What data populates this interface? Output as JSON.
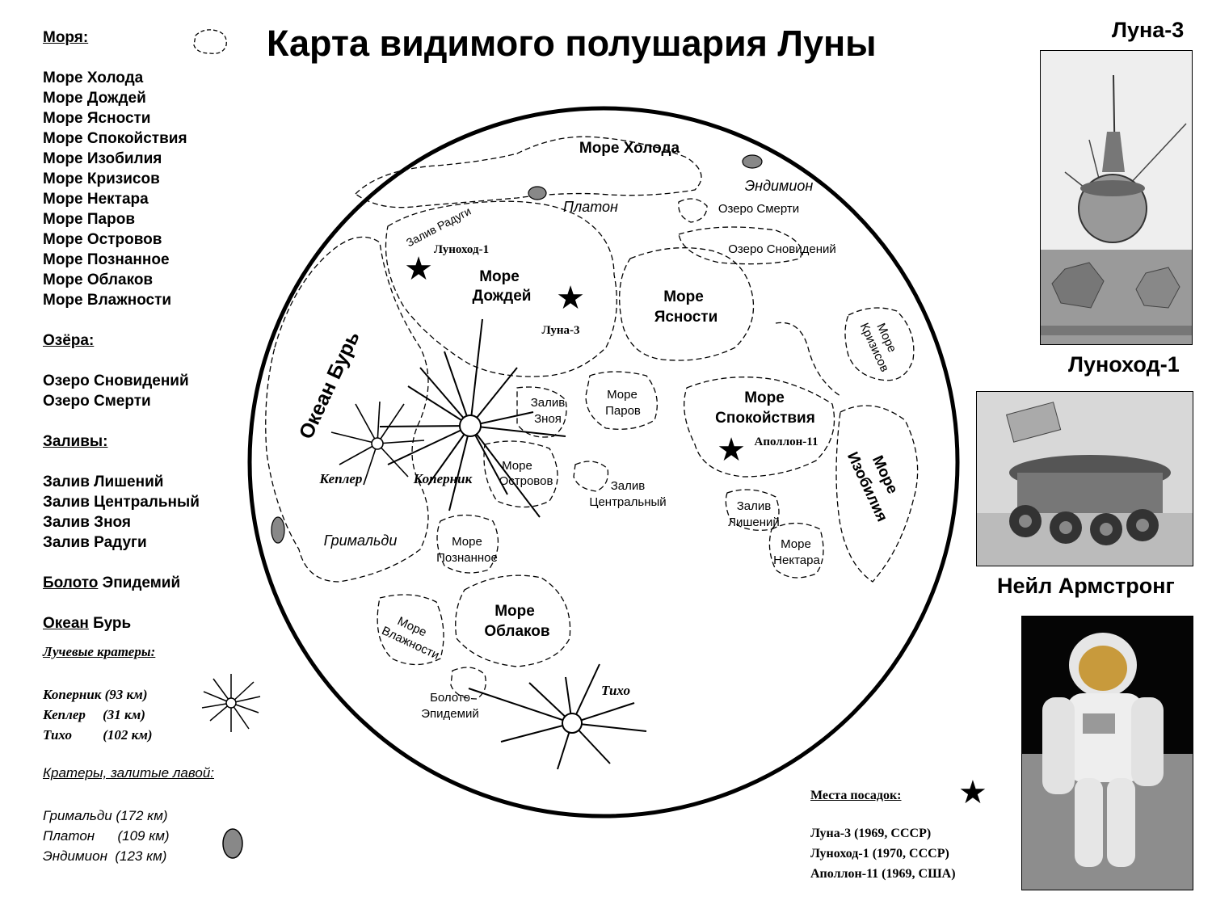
{
  "title": "Карта видимого полушария Луны",
  "legend": {
    "seas_header": "Моря:",
    "seas": [
      "Море Холода",
      "Море Дождей",
      "Море Ясности",
      "Море Спокойствия",
      "Море Изобилия",
      "Море Кризисов",
      "Море Нектара",
      "Море Паров",
      "Море Островов",
      "Море Познанное",
      "Море Облаков",
      "Море Влажности"
    ],
    "lakes_header": "Озёра:",
    "lakes": [
      "Озеро Сновидений",
      "Озеро Смерти"
    ],
    "bays_header": "Заливы:",
    "bays": [
      "Залив Лишений",
      "Залив Центральный",
      "Залив Зноя",
      "Залив Радуги"
    ],
    "swamp_word": "Болото",
    "swamp_name": " Эпидемий",
    "ocean_word": "Океан",
    "ocean_name": " Бурь",
    "ray_header": "Лучевые кратеры:",
    "ray_craters": [
      "Коперник (93 км)",
      "Кеплер     (31 км)",
      "Тихо         (102 км)"
    ],
    "lava_header": "Кратеры, залитые лавой:",
    "lava_craters": [
      "Гримальди (172 км)",
      "Платон      (109 км)",
      "Эндимион  (123 км)"
    ]
  },
  "photos": {
    "luna3_label": "Луна-3",
    "lunokhod_label": "Луноход-1",
    "armstrong_label": "Нейл Армстронг"
  },
  "landing": {
    "header": "Места посадок:",
    "items": [
      "Луна-3 (1969, СССР)",
      "Луноход-1 (1970, СССР)",
      "Аполлон-11 (1969, США)"
    ]
  },
  "map": {
    "sea_cold": "Море Холода",
    "sea_rains_1": "Море",
    "sea_rains_2": "Дождей",
    "sea_serenity_1": "Море",
    "sea_serenity_2": "Ясности",
    "sea_tranquility_1": "Море",
    "sea_tranquility_2": "Спокойствия",
    "sea_vapors_1": "Море",
    "sea_vapors_2": "Паров",
    "sea_islands_1": "Море",
    "sea_islands_2": "Островов",
    "sea_known_1": "Море",
    "sea_known_2": "Познанное",
    "sea_clouds_1": "Море",
    "sea_clouds_2": "Облаков",
    "sea_humors_1": "Море",
    "sea_humors_2": "Влажности",
    "sea_crises_1": "Море",
    "sea_crises_2": "Кризисов",
    "sea_fertility_1": "Море",
    "sea_fertility_2": "Изобилия",
    "sea_nectar_1": "Море",
    "sea_nectar_2": "Нектара",
    "ocean": "Океан Бурь",
    "lake_death": "Озеро Смерти",
    "lake_dreams": "Озеро Сновидений",
    "bay_rainbows": "Залив Радуги",
    "bay_heat_1": "Залив",
    "bay_heat_2": "Зноя",
    "bay_central_1": "Залив",
    "bay_central_2": "Центральный",
    "bay_lishenii_1": "Залив",
    "bay_lishenii_2": "Лишений",
    "swamp_1": "Болото",
    "swamp_2": "Эпидемий",
    "plato": "Платон",
    "endymion": "Эндимион",
    "grimaldi": "Гримальди",
    "kepler": "Кеплер",
    "copernicus": "Коперник",
    "tycho": "Тихо",
    "site_lunokhod": "Луноход-1",
    "site_luna3": "Луна-3",
    "site_apollo": "Аполлон-11"
  }
}
